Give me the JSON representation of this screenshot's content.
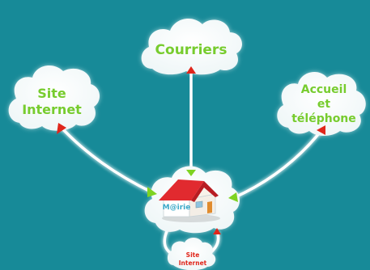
{
  "nodes": {
    "courriers": {
      "label": "Courriers"
    },
    "site_internet": {
      "line1": "Site",
      "line2": "Internet"
    },
    "accueil": {
      "line1": "Accueil",
      "line2": "et",
      "line3": "téléphone"
    },
    "center": {
      "house_sign": "M@irie"
    },
    "bottom": {
      "line1": "Site",
      "line2": "Internet"
    }
  },
  "colors": {
    "background": "#178a98",
    "cloud": "#ffffff",
    "label_green": "#77cc2e",
    "label_red": "#e0261b",
    "arrow_red": "#e0261b",
    "arrow_green": "#7ed321"
  }
}
